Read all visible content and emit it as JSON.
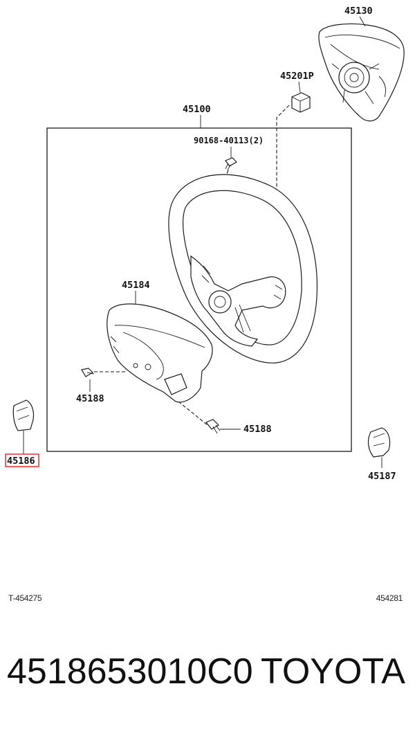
{
  "diagram": {
    "labels": {
      "airbag": "45130",
      "nut": "45201P",
      "wheel_assembly": "45100",
      "screw": "90168-40113(2)",
      "lower_cover": "45184",
      "screw_left": "45188",
      "screw_right": "45188",
      "cover_left": "45186",
      "cover_right": "45187"
    },
    "highlighted_part": "45186",
    "highlight_color": "#e03030"
  },
  "reference": {
    "left": "T-454275",
    "right": "454281"
  },
  "footer": {
    "part_number": "4518653010C0",
    "brand": "TOYOTA"
  }
}
